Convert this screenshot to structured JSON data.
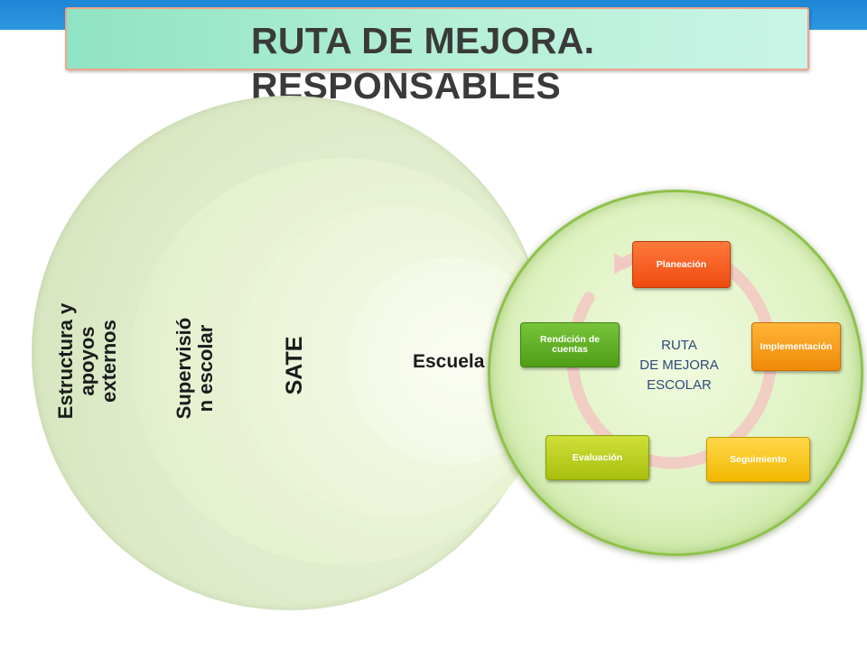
{
  "title": "RUTA DE MEJORA.\nRESPONSABLES",
  "responsables": {
    "outer": "Estructura y\napoyos\nexternos",
    "supervision": "Supervisió\nn escolar",
    "sate": "SATE",
    "school": "Escuela"
  },
  "ruta": {
    "center": "RUTA\nDE MEJORA\nESCOLAR",
    "steps": {
      "planeacion": "Planeación",
      "implementacion": "Implementación",
      "seguimiento": "Seguimiento",
      "evaluacion": "Evaluación",
      "rendicion": "Rendición de\ncuentas"
    }
  },
  "colors": {
    "header_band": "#1e86d6",
    "title_box": "#a8ecd0",
    "planeacion": "#ef4a10",
    "implementacion": "#f08a08",
    "seguimiento": "#f2b800",
    "evaluacion": "#a7bf0d",
    "rendicion": "#4f9e16",
    "cycle_arrow": "#f2c7c2"
  }
}
